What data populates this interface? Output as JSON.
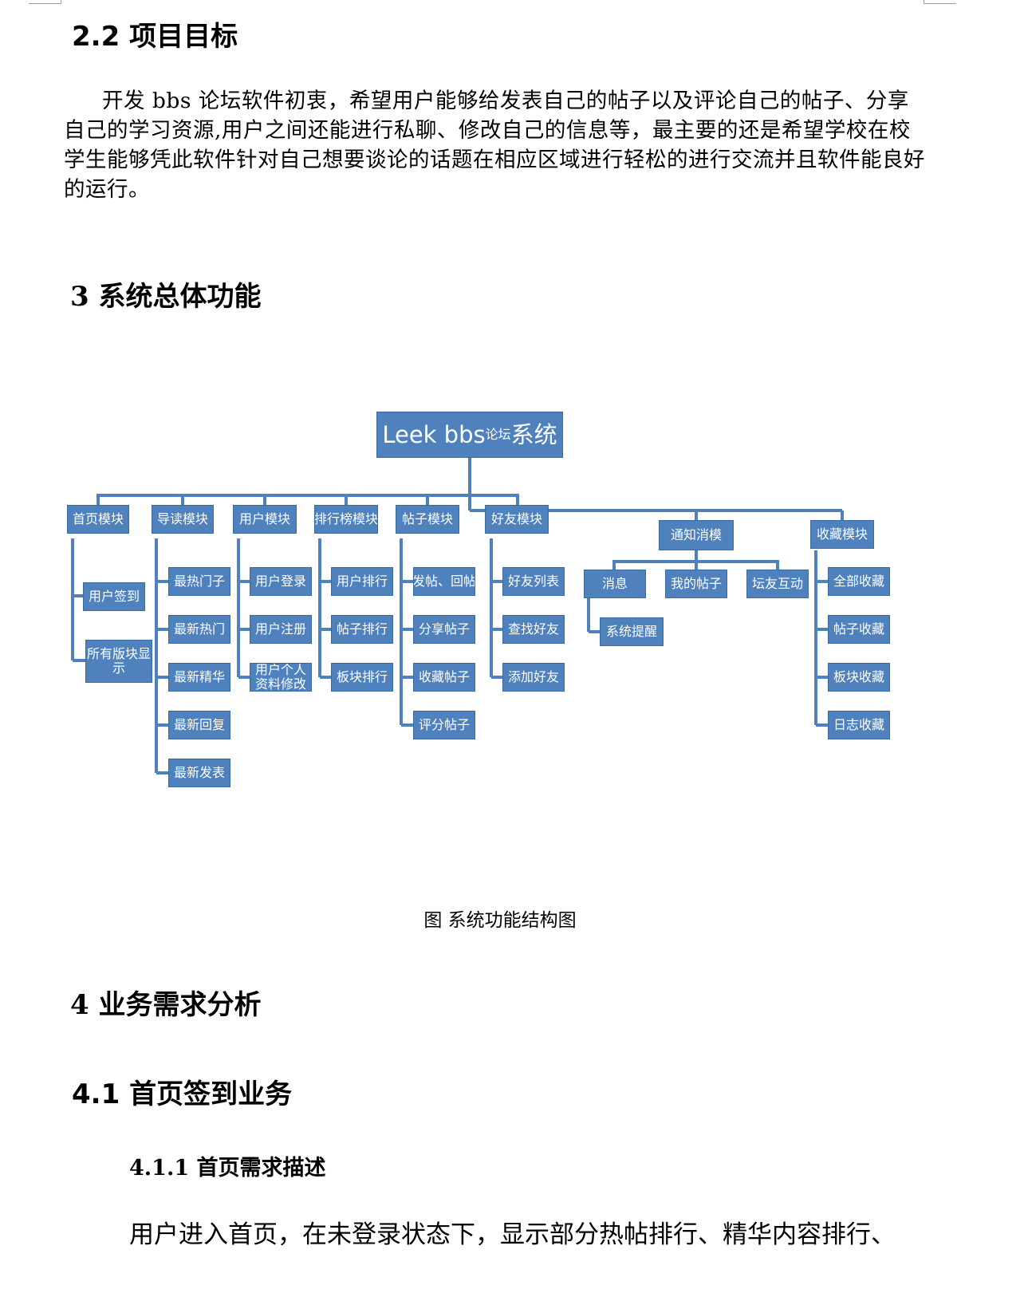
{
  "sections": {
    "s22_title": "2.2  项目目标",
    "s22_body": "开发 bbs 论坛软件初衷，希望用户能够给发表自己的帖子以及评论自己的帖子、分享自己的学习资源,用户之间还能进行私聊、修改自己的信息等，最主要的还是希望学校在校学生能够凭此软件针对自己想要谈论的话题在相应区域进行轻松的进行交流并且软件能良好的运行。",
    "s3_title": "3 系统总体功能",
    "figure_caption": "图  系统功能结构图",
    "s4_title": "4 业务需求分析",
    "s41_title": "4.1  首页签到业务",
    "s411_title": "4.1.1  首页需求描述",
    "s411_body": "用户进入首页，在未登录状态下，显示部分热帖排行、精华内容排行、"
  },
  "diagram": {
    "root": {
      "main": "Leek bbs",
      "small": "论坛",
      "tail": "系统"
    },
    "modules": [
      "首页模块",
      "导读模块",
      "用户模块",
      "排行榜模块",
      "帖子模块",
      "好友模块",
      "通知消模",
      "收藏模块"
    ],
    "home_children": [
      "用户签到",
      "所有版块显示"
    ],
    "guide_children": [
      "最热门子",
      "最新热门",
      "最新精华",
      "最新回复",
      "最新发表"
    ],
    "user_children": [
      "用户登录",
      "用户注册",
      "用户个人资料修改"
    ],
    "rank_children": [
      "用户排行",
      "帖子排行",
      "板块排行"
    ],
    "post_children": [
      "发帖、回帖",
      "分享帖子",
      "收藏帖子",
      "评分帖子"
    ],
    "friend_children": [
      "好友列表",
      "查找好友",
      "添加好友"
    ],
    "notify_children": [
      "消息",
      "我的帖子",
      "坛友互动"
    ],
    "message_children": [
      "系统提醒"
    ],
    "fav_children": [
      "全部收藏",
      "帖子收藏",
      "板块收藏",
      "日志收藏"
    ],
    "colors": {
      "box": "#4f81bd",
      "line": "#4f81bd",
      "text": "#ffffff"
    }
  }
}
